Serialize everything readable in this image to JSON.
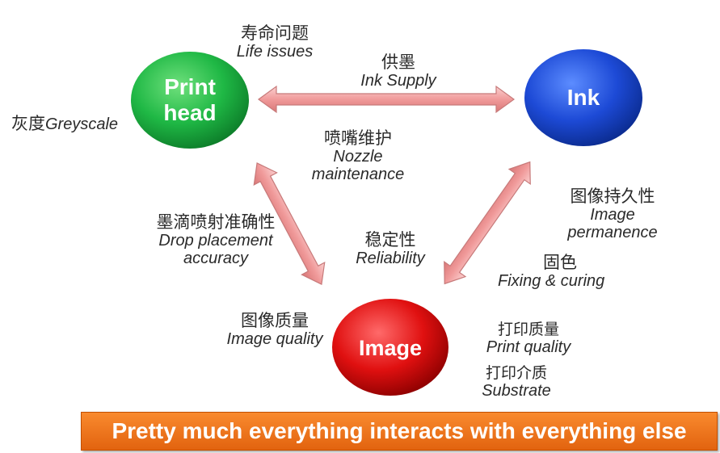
{
  "nodes": {
    "printhead": {
      "line1": "Print",
      "line2": "head",
      "color": "#22b14c"
    },
    "ink": {
      "label": "Ink",
      "color": "#1f4fd8"
    },
    "image": {
      "label": "Image",
      "color": "#e31010"
    }
  },
  "arrow_color": "#f4a6a6",
  "labels": {
    "life_cn": "寿命问题",
    "life_en": "Life issues",
    "supply_cn": "供墨",
    "supply_en": "Ink Supply",
    "grey_cn": "灰度",
    "grey_en": "Greyscale",
    "nozzle_cn": "喷嘴维护",
    "nozzle_en1": "Nozzle",
    "nozzle_en2": "maintenance",
    "perm_cn": "图像持久性",
    "perm_en1": "Image",
    "perm_en2": "permanence",
    "drop_cn": "墨滴喷射准确性",
    "drop_en1": "Drop placement",
    "drop_en2": "accuracy",
    "rel_cn": "稳定性",
    "rel_en": "Reliability",
    "fix_cn": "固色",
    "fix_en": "Fixing & curing",
    "iq_cn": "图像质量",
    "iq_en": "Image quality",
    "pq_cn": "打印质量",
    "pq_en": "Print quality",
    "sub_cn": "打印介质",
    "sub_en": "Substrate"
  },
  "banner": "Pretty much everything interacts with everything else"
}
